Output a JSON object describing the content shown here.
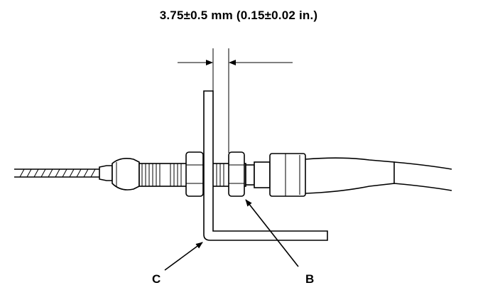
{
  "dimension": {
    "text": "3.75±0.5 mm (0.15±0.02 in.)"
  },
  "callouts": {
    "c": "C",
    "b": "B"
  },
  "colors": {
    "line": "#000000",
    "background": "#ffffff"
  }
}
